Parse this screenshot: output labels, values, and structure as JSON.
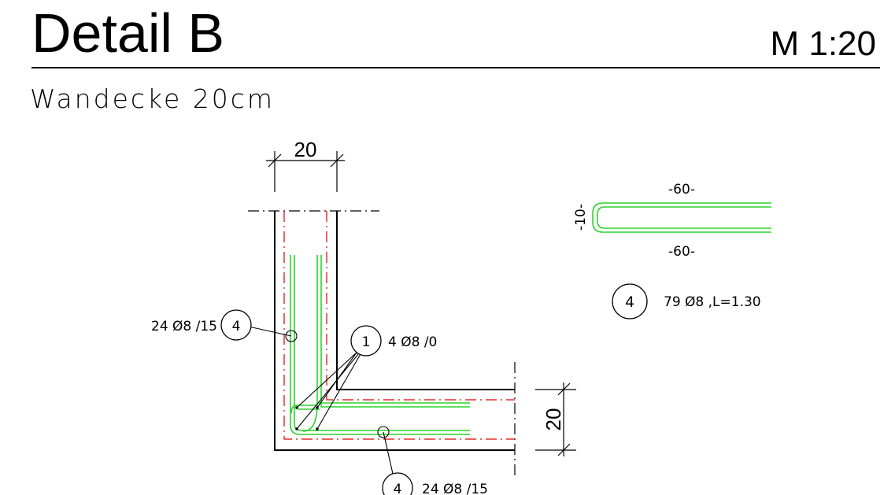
{
  "header": {
    "title": "Detail B",
    "scale": "M 1:20",
    "subtitle": "Wandecke 20cm"
  },
  "dimensions": {
    "wall_top_width": "20",
    "wall_right_height": "20",
    "bar_length_top": "-60-",
    "bar_length_bottom": "-60-",
    "bar_height": "-10-"
  },
  "callouts": {
    "left_mark": "4",
    "left_text": "24 Ø8 /15",
    "center_mark": "1",
    "center_text": "4 Ø8 /0",
    "bottom_mark": "4",
    "bottom_text": "24 Ø8 /15",
    "schedule_mark": "4",
    "schedule_text": "79 Ø8 ,L=1.30"
  },
  "colors": {
    "outline": "#000000",
    "rebar": "#2bd42b",
    "cover_line": "#e00000"
  }
}
